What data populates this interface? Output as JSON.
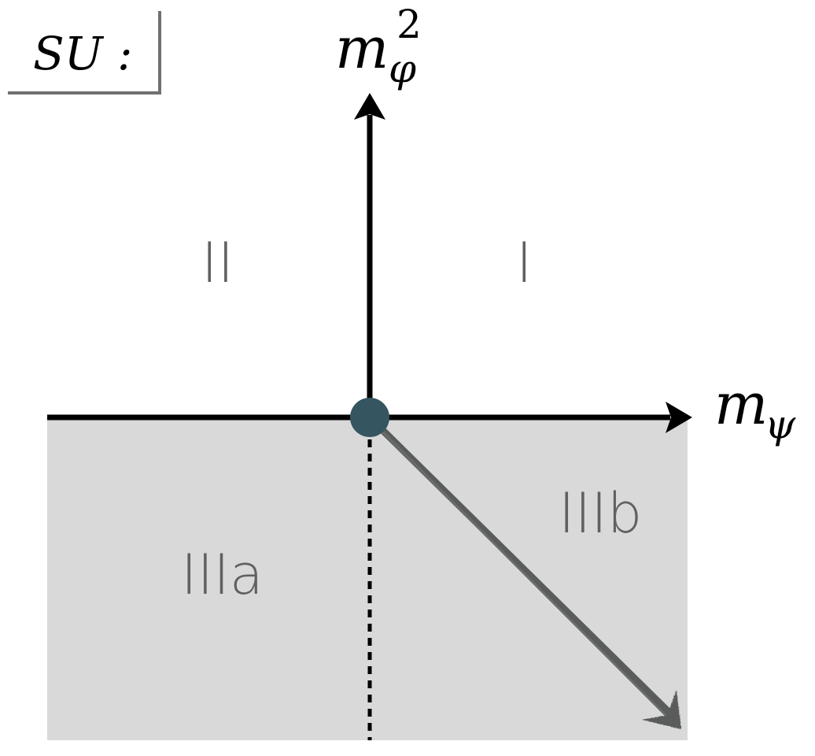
{
  "header": {
    "group_label": "SU :"
  },
  "axes": {
    "vertical": {
      "base": "m",
      "subscript": "φ",
      "superscript": "2"
    },
    "horizontal": {
      "base": "m",
      "subscript": "ψ"
    }
  },
  "regions": {
    "region_1": "I",
    "region_2": "II",
    "region_3a": "IIIa",
    "region_3b": "IIIb"
  },
  "colors": {
    "axis": "#000000",
    "shaded_region": "#d8d9d8",
    "origin_point": "#355560",
    "flow_arrow": "#5a5c5c",
    "region_label": "#5f6161",
    "frame_line": "#6f7171"
  }
}
